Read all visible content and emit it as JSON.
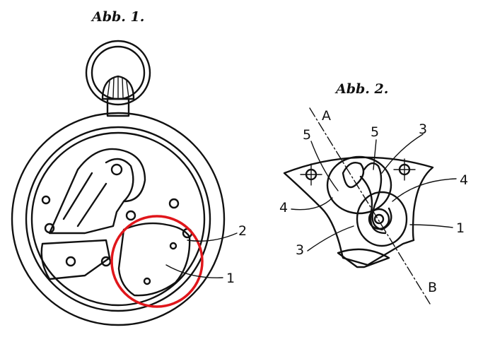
{
  "figure1": {
    "title": "Abb. 1.",
    "labels": {
      "part2": "2",
      "part1": "1"
    },
    "highlight_color": "#e0161b"
  },
  "figure2": {
    "title": "Abb. 2.",
    "axis_labels": {
      "start": "A",
      "end": "B"
    },
    "labels": {
      "part5_left": "5",
      "part5_right": "5",
      "part3_top": "3",
      "part4_right": "4",
      "part4_left": "4",
      "part3_bottom": "3",
      "part1": "1"
    }
  }
}
